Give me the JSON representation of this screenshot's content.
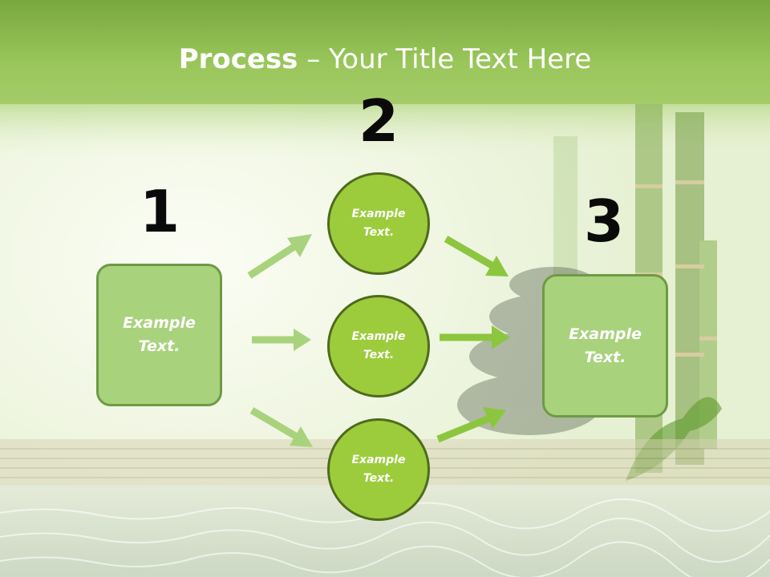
{
  "slide": {
    "title_bold": "Process",
    "title_rest": " – Your Title Text Here"
  },
  "steps": {
    "step1": {
      "number": "1",
      "text": "Example\nText."
    },
    "step2": {
      "number": "2",
      "circles": [
        {
          "text": "Example\nText."
        },
        {
          "text": "Example\nText."
        },
        {
          "text": "Example\nText."
        }
      ]
    },
    "step3": {
      "number": "3",
      "text": "Example\nText."
    }
  },
  "colors": {
    "header_green": "#8fbf4a",
    "box_fill": "#a9d27d",
    "circle_fill": "#9ccc3c",
    "arrow_left": "#a9d27d",
    "arrow_right": "#8cc63f"
  }
}
